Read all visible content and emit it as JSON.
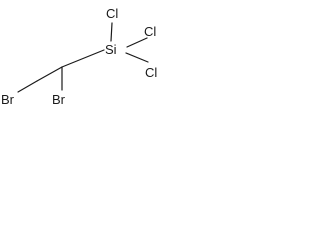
{
  "molecule": {
    "atoms": {
      "br_left": "Br",
      "br_center": "Br",
      "si": "Si",
      "cl_top_left": "Cl",
      "cl_top_right": "Cl",
      "cl_right": "Cl"
    }
  }
}
